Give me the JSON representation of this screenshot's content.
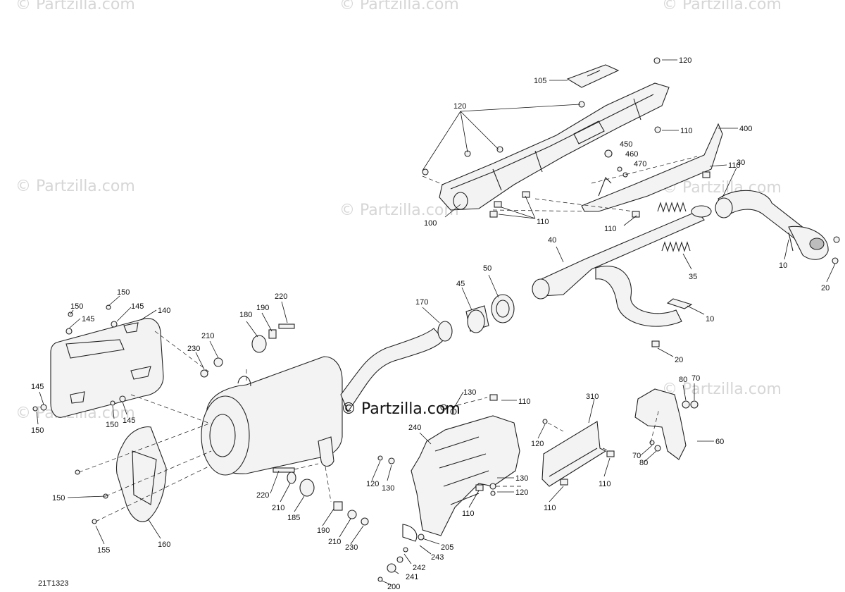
{
  "watermarks": {
    "corner": "© Partzilla.com",
    "center": "© Partzilla.com"
  },
  "reference": "21T1323",
  "callouts": [
    {
      "id": "c120a",
      "label": "120"
    },
    {
      "id": "c105",
      "label": "105"
    },
    {
      "id": "c120b",
      "label": "120"
    },
    {
      "id": "c400",
      "label": "400"
    },
    {
      "id": "c110a",
      "label": "110"
    },
    {
      "id": "c450",
      "label": "450"
    },
    {
      "id": "c460",
      "label": "460"
    },
    {
      "id": "c470",
      "label": "470"
    },
    {
      "id": "c110b",
      "label": "110"
    },
    {
      "id": "c30",
      "label": "30"
    },
    {
      "id": "c100",
      "label": "100"
    },
    {
      "id": "c110c",
      "label": "110"
    },
    {
      "id": "c110d",
      "label": "110"
    },
    {
      "id": "c40",
      "label": "40"
    },
    {
      "id": "c10a",
      "label": "10"
    },
    {
      "id": "c20a",
      "label": "20"
    },
    {
      "id": "c35",
      "label": "35"
    },
    {
      "id": "c50",
      "label": "50"
    },
    {
      "id": "c45",
      "label": "45"
    },
    {
      "id": "c170",
      "label": "170"
    },
    {
      "id": "c10b",
      "label": "10"
    },
    {
      "id": "c20b",
      "label": "20"
    },
    {
      "id": "c150a",
      "label": "150"
    },
    {
      "id": "c150b",
      "label": "150"
    },
    {
      "id": "c145a",
      "label": "145"
    },
    {
      "id": "c145b",
      "label": "145"
    },
    {
      "id": "c140",
      "label": "140"
    },
    {
      "id": "c220a",
      "label": "220"
    },
    {
      "id": "c190a",
      "label": "190"
    },
    {
      "id": "c180",
      "label": "180"
    },
    {
      "id": "c210a",
      "label": "210"
    },
    {
      "id": "c230a",
      "label": "230"
    },
    {
      "id": "c145c",
      "label": "145"
    },
    {
      "id": "c150c",
      "label": "150"
    },
    {
      "id": "c150d",
      "label": "150"
    },
    {
      "id": "c145d",
      "label": "145"
    },
    {
      "id": "c130a",
      "label": "130"
    },
    {
      "id": "c110e",
      "label": "110"
    },
    {
      "id": "c310",
      "label": "310"
    },
    {
      "id": "c80a",
      "label": "80"
    },
    {
      "id": "c70a",
      "label": "70"
    },
    {
      "id": "c60",
      "label": "60"
    },
    {
      "id": "c240",
      "label": "240"
    },
    {
      "id": "c120c",
      "label": "120"
    },
    {
      "id": "c70b",
      "label": "70"
    },
    {
      "id": "c80b",
      "label": "80"
    },
    {
      "id": "c110f",
      "label": "110"
    },
    {
      "id": "c120d",
      "label": "120"
    },
    {
      "id": "c130b",
      "label": "130"
    },
    {
      "id": "c130c",
      "label": "130"
    },
    {
      "id": "c120e",
      "label": "120"
    },
    {
      "id": "c110g",
      "label": "110"
    },
    {
      "id": "c110h",
      "label": "110"
    },
    {
      "id": "c150e",
      "label": "150"
    },
    {
      "id": "c220b",
      "label": "220"
    },
    {
      "id": "c210b",
      "label": "210"
    },
    {
      "id": "c185",
      "label": "185"
    },
    {
      "id": "c190b",
      "label": "190"
    },
    {
      "id": "c210c",
      "label": "210"
    },
    {
      "id": "c230b",
      "label": "230"
    },
    {
      "id": "c155",
      "label": "155"
    },
    {
      "id": "c160",
      "label": "160"
    },
    {
      "id": "c205",
      "label": "205"
    },
    {
      "id": "c243",
      "label": "243"
    },
    {
      "id": "c242",
      "label": "242"
    },
    {
      "id": "c241",
      "label": "241"
    },
    {
      "id": "c200",
      "label": "200"
    }
  ]
}
